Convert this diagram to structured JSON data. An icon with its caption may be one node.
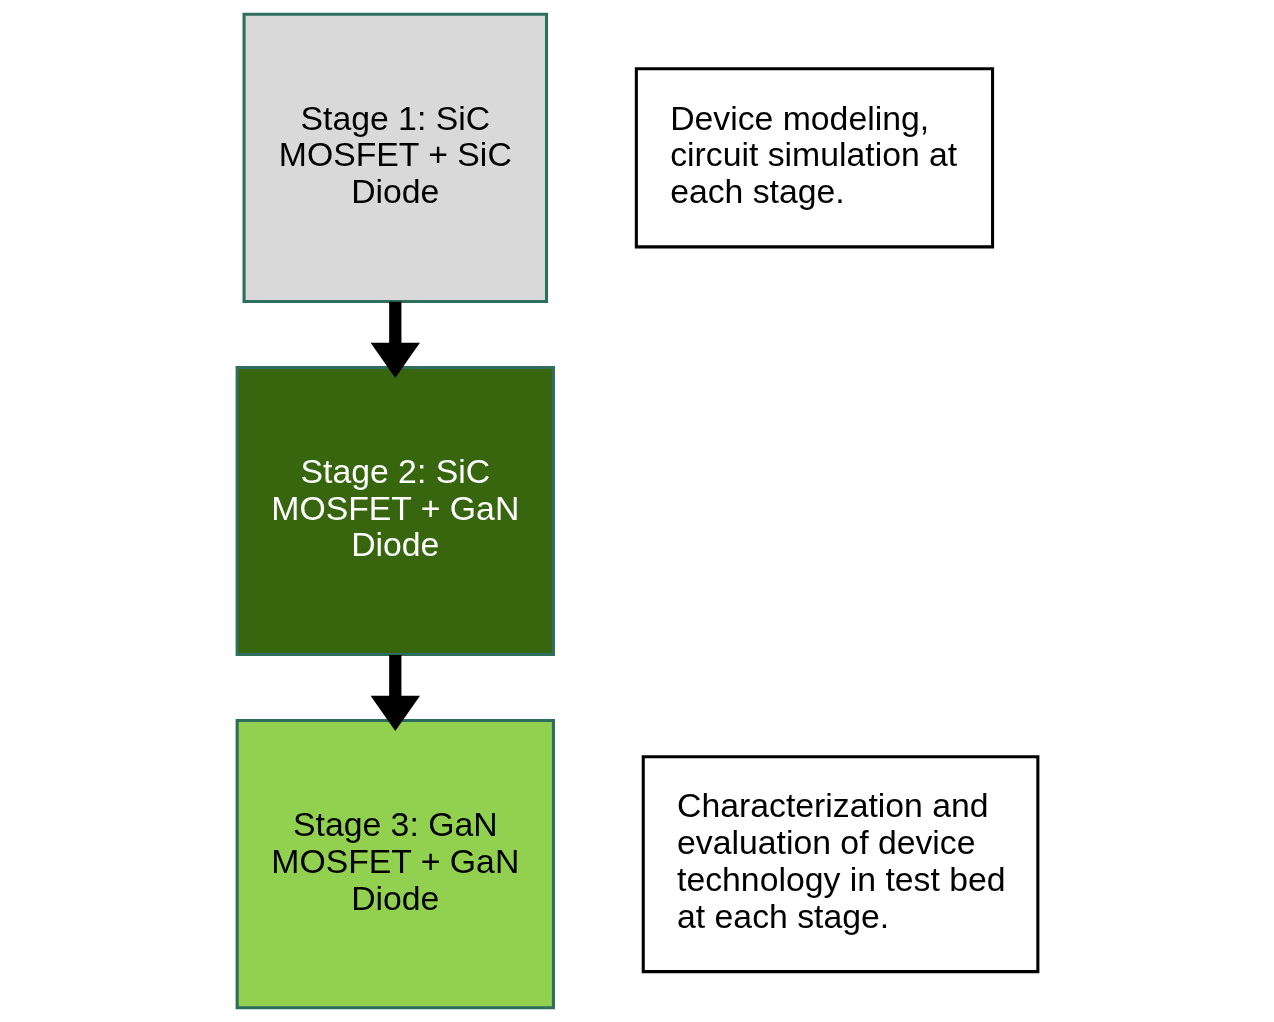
{
  "diagram": {
    "nodes": [
      {
        "text": [
          "Stage 1: SiC MOSFET + SiC Diode"
        ]
      },
      {
        "text": [
          "Device modeling, circuit simulation at each stage."
        ]
      },
      {
        "text": [
          "Stage 2: SiC MOSFET + GaN Diode"
        ]
      },
      {
        "text": [
          "Characterization and evaluation of device technology in test bed at each stage."
        ]
      },
      {
        "text": [
          "Stage 3: GaN MOSFET + GaN Diode"
        ]
      }
    ],
    "edges": [
      {
        "from": 0,
        "to": 2,
        "arrow": "to"
      },
      {
        "from": 2,
        "to": 4,
        "arrow": "to"
      }
    ]
  }
}
